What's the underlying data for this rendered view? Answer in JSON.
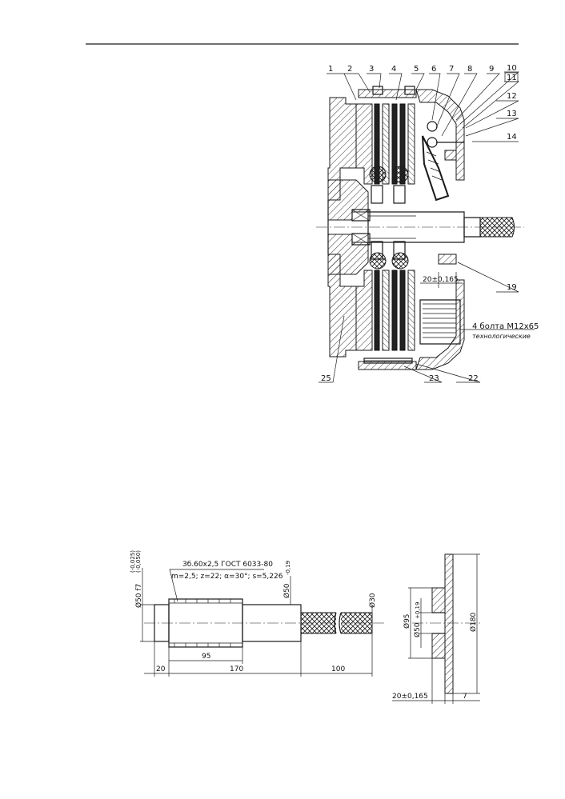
{
  "assembly": {
    "callouts": [
      "1",
      "2",
      "3",
      "4",
      "5",
      "6",
      "7",
      "8",
      "9",
      "10",
      "11",
      "12",
      "13",
      "14",
      "19",
      "22",
      "23",
      "25"
    ],
    "bolt_note": "4 болта М12х65",
    "bolt_note_sub": "технологические",
    "dim_shim": "20±0,165"
  },
  "shaft": {
    "spline_spec": "Зб.60х2,5 ГОСТ 6033-80",
    "spline_params": "m=2,5; z=22; α=30°; s=5,226",
    "dia_left": "Ø50 f7",
    "dia_left_tol": "(-0,025)\n(-0,050)",
    "dia_left_tol_upper": "(-0,025)",
    "dia_left_tol_lower": "(-0,050)",
    "dia_right": "Ø50",
    "dia_right_tol": "-0,19",
    "dia_end": "Ø30",
    "len_spline": "95",
    "len_body": "170",
    "len_left": "20",
    "len_end": "100"
  },
  "flange": {
    "dia_inner": "Ø50",
    "dia_inner_tol": "+0,19",
    "dia_hub": "Ø95",
    "dia_outer": "Ø180",
    "width_total": "20±0,165",
    "width_flange": "7"
  }
}
